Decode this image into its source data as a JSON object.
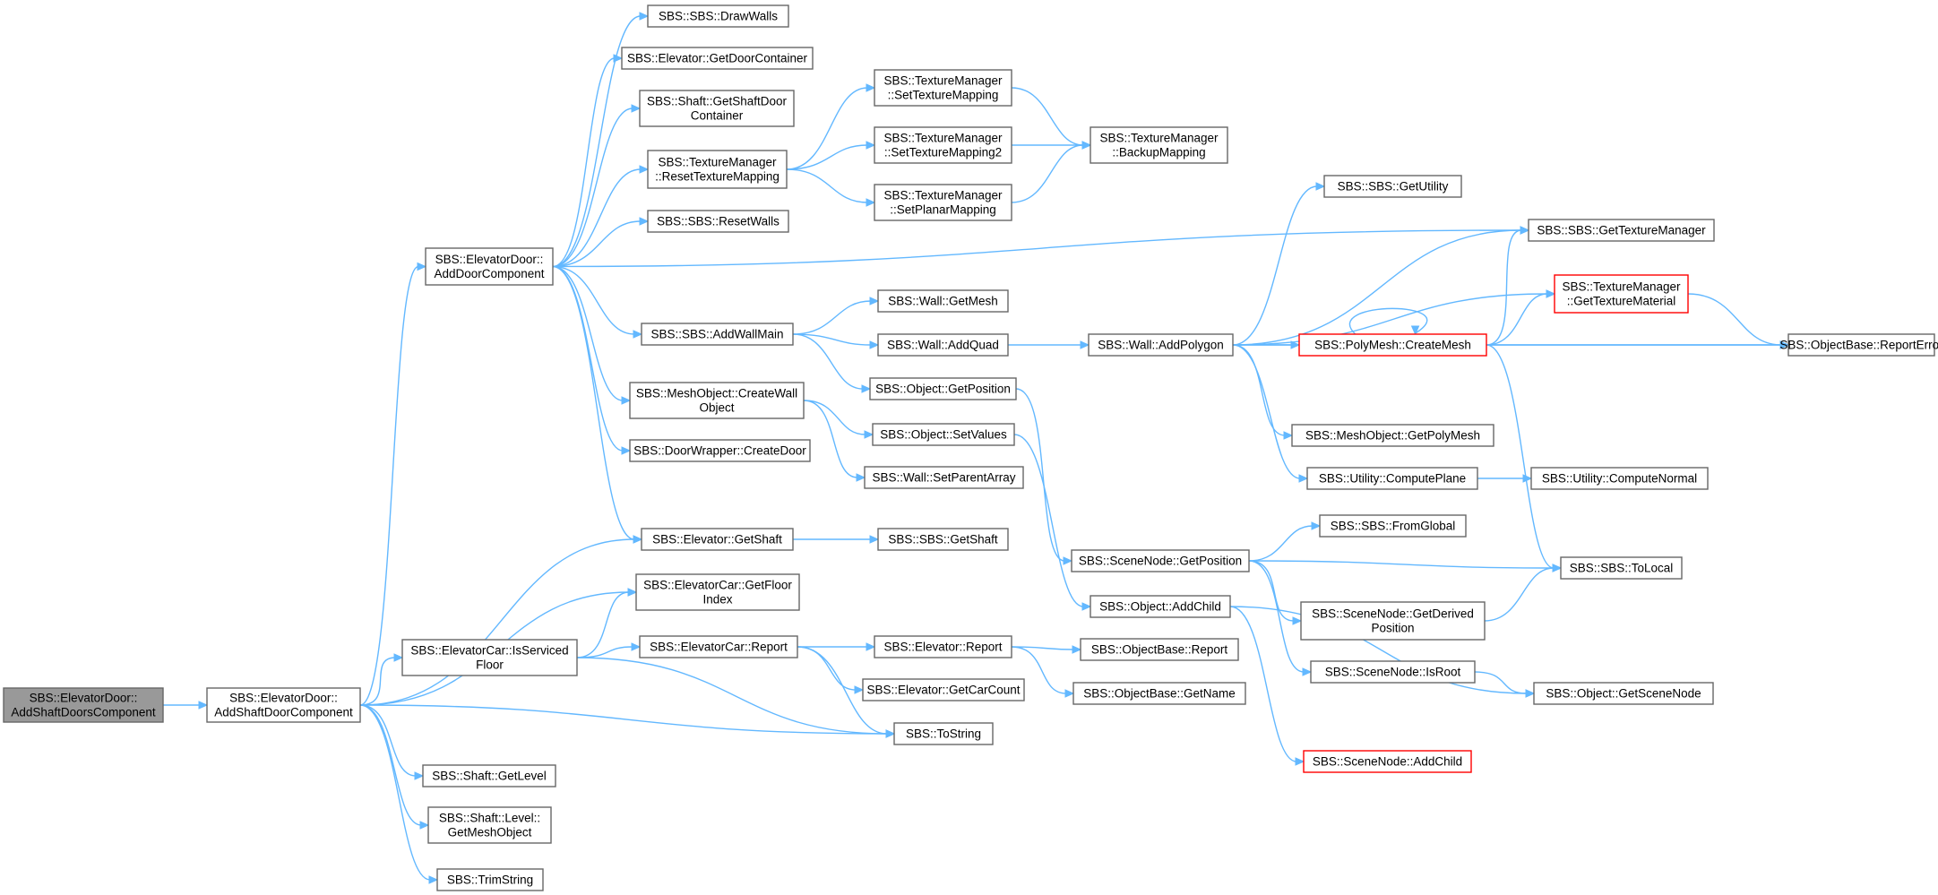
{
  "diagram": {
    "colors": {
      "edge": "#63b8ff",
      "node_border": "#666666",
      "root_fill": "#999999",
      "truncated_border": "#ff0000"
    },
    "nodes": [
      {
        "id": "root",
        "lines": [
          "SBS::ElevatorDoor::",
          "AddShaftDoorsComponent"
        ],
        "kind": "root"
      },
      {
        "id": "asdc",
        "lines": [
          "SBS::ElevatorDoor::",
          "AddShaftDoorComponent"
        ]
      },
      {
        "id": "adc",
        "lines": [
          "SBS::ElevatorDoor::",
          "AddDoorComponent"
        ]
      },
      {
        "id": "drawwalls",
        "lines": [
          "SBS::SBS::DrawWalls"
        ]
      },
      {
        "id": "getdoorcont",
        "lines": [
          "SBS::Elevator::GetDoorContainer"
        ]
      },
      {
        "id": "getshaftdoorcont",
        "lines": [
          "SBS::Shaft::GetShaftDoor",
          "Container"
        ]
      },
      {
        "id": "resettexmap",
        "lines": [
          "SBS::TextureManager",
          "::ResetTextureMapping"
        ]
      },
      {
        "id": "resetwalls",
        "lines": [
          "SBS::SBS::ResetWalls"
        ]
      },
      {
        "id": "settexmap",
        "lines": [
          "SBS::TextureManager",
          "::SetTextureMapping"
        ]
      },
      {
        "id": "settexmap2",
        "lines": [
          "SBS::TextureManager",
          "::SetTextureMapping2"
        ]
      },
      {
        "id": "setplanar",
        "lines": [
          "SBS::TextureManager",
          "::SetPlanarMapping"
        ]
      },
      {
        "id": "backupmap",
        "lines": [
          "SBS::TextureManager",
          "::BackupMapping"
        ]
      },
      {
        "id": "addwallmain",
        "lines": [
          "SBS::SBS::AddWallMain"
        ]
      },
      {
        "id": "createwallobj",
        "lines": [
          "SBS::MeshObject::CreateWall",
          "Object"
        ]
      },
      {
        "id": "createdoor",
        "lines": [
          "SBS::DoorWrapper::CreateDoor"
        ]
      },
      {
        "id": "getshaft",
        "lines": [
          "SBS::Elevator::GetShaft"
        ]
      },
      {
        "id": "getfloorindex",
        "lines": [
          "SBS::ElevatorCar::GetFloor",
          "Index"
        ]
      },
      {
        "id": "isserviced",
        "lines": [
          "SBS::ElevatorCar::IsServiced",
          "Floor"
        ]
      },
      {
        "id": "carreport",
        "lines": [
          "SBS::ElevatorCar::Report"
        ]
      },
      {
        "id": "getlevel",
        "lines": [
          "SBS::Shaft::GetLevel"
        ]
      },
      {
        "id": "getmeshobject",
        "lines": [
          "SBS::Shaft::Level::",
          "GetMeshObject"
        ]
      },
      {
        "id": "trimstring",
        "lines": [
          "SBS::TrimString"
        ]
      },
      {
        "id": "getmesh",
        "lines": [
          "SBS::Wall::GetMesh"
        ]
      },
      {
        "id": "addquad",
        "lines": [
          "SBS::Wall::AddQuad"
        ]
      },
      {
        "id": "objgetpos",
        "lines": [
          "SBS::Object::GetPosition"
        ]
      },
      {
        "id": "setvalues",
        "lines": [
          "SBS::Object::SetValues"
        ]
      },
      {
        "id": "setparentarray",
        "lines": [
          "SBS::Wall::SetParentArray"
        ]
      },
      {
        "id": "sbsgetshaft",
        "lines": [
          "SBS::SBS::GetShaft"
        ]
      },
      {
        "id": "elevreport",
        "lines": [
          "SBS::Elevator::Report"
        ]
      },
      {
        "id": "getcarcount",
        "lines": [
          "SBS::Elevator::GetCarCount"
        ]
      },
      {
        "id": "tostring",
        "lines": [
          "SBS::ToString"
        ]
      },
      {
        "id": "addpolygon",
        "lines": [
          "SBS::Wall::AddPolygon"
        ]
      },
      {
        "id": "scenegetpos",
        "lines": [
          "SBS::SceneNode::GetPosition"
        ]
      },
      {
        "id": "objaddchild",
        "lines": [
          "SBS::Object::AddChild"
        ]
      },
      {
        "id": "objbasereport",
        "lines": [
          "SBS::ObjectBase::Report"
        ]
      },
      {
        "id": "getname",
        "lines": [
          "SBS::ObjectBase::GetName"
        ]
      },
      {
        "id": "getutility",
        "lines": [
          "SBS::SBS::GetUtility"
        ]
      },
      {
        "id": "gettexmanager",
        "lines": [
          "SBS::SBS::GetTextureManager"
        ]
      },
      {
        "id": "gettexmaterial",
        "lines": [
          "SBS::TextureManager",
          "::GetTextureMaterial"
        ],
        "kind": "trunc"
      },
      {
        "id": "createmesh",
        "lines": [
          "SBS::PolyMesh::CreateMesh"
        ],
        "kind": "trunc"
      },
      {
        "id": "reporterror",
        "lines": [
          "SBS::ObjectBase::ReportError"
        ]
      },
      {
        "id": "getpolymesh",
        "lines": [
          "SBS::MeshObject::GetPolyMesh"
        ]
      },
      {
        "id": "computeplane",
        "lines": [
          "SBS::Utility::ComputePlane"
        ]
      },
      {
        "id": "computenormal",
        "lines": [
          "SBS::Utility::ComputeNormal"
        ]
      },
      {
        "id": "fromglobal",
        "lines": [
          "SBS::SBS::FromGlobal"
        ]
      },
      {
        "id": "tolocal",
        "lines": [
          "SBS::SBS::ToLocal"
        ]
      },
      {
        "id": "getderivedpos",
        "lines": [
          "SBS::SceneNode::GetDerived",
          "Position"
        ]
      },
      {
        "id": "isroot",
        "lines": [
          "SBS::SceneNode::IsRoot"
        ]
      },
      {
        "id": "getscenenode",
        "lines": [
          "SBS::Object::GetSceneNode"
        ]
      },
      {
        "id": "sceneaddchild",
        "lines": [
          "SBS::SceneNode::AddChild"
        ],
        "kind": "trunc"
      }
    ],
    "edges": [
      [
        "root",
        "asdc"
      ],
      [
        "asdc",
        "adc"
      ],
      [
        "asdc",
        "getshaft"
      ],
      [
        "asdc",
        "getfloorindex"
      ],
      [
        "asdc",
        "isserviced"
      ],
      [
        "asdc",
        "tostring"
      ],
      [
        "asdc",
        "getlevel"
      ],
      [
        "asdc",
        "getmeshobject"
      ],
      [
        "asdc",
        "trimstring"
      ],
      [
        "adc",
        "drawwalls"
      ],
      [
        "adc",
        "getdoorcont"
      ],
      [
        "adc",
        "getshaftdoorcont"
      ],
      [
        "adc",
        "resettexmap"
      ],
      [
        "adc",
        "resetwalls"
      ],
      [
        "adc",
        "gettexmanager"
      ],
      [
        "adc",
        "addwallmain"
      ],
      [
        "adc",
        "createwallobj"
      ],
      [
        "adc",
        "createdoor"
      ],
      [
        "adc",
        "getshaft"
      ],
      [
        "resettexmap",
        "settexmap"
      ],
      [
        "resettexmap",
        "settexmap2"
      ],
      [
        "resettexmap",
        "setplanar"
      ],
      [
        "settexmap",
        "backupmap"
      ],
      [
        "settexmap2",
        "backupmap"
      ],
      [
        "setplanar",
        "backupmap"
      ],
      [
        "addwallmain",
        "getmesh"
      ],
      [
        "addwallmain",
        "addquad"
      ],
      [
        "addwallmain",
        "objgetpos"
      ],
      [
        "createwallobj",
        "setvalues"
      ],
      [
        "createwallobj",
        "setparentarray"
      ],
      [
        "getshaft",
        "sbsgetshaft"
      ],
      [
        "isserviced",
        "getfloorindex"
      ],
      [
        "isserviced",
        "carreport"
      ],
      [
        "isserviced",
        "tostring"
      ],
      [
        "carreport",
        "elevreport"
      ],
      [
        "carreport",
        "getcarcount"
      ],
      [
        "carreport",
        "tostring"
      ],
      [
        "elevreport",
        "objbasereport"
      ],
      [
        "elevreport",
        "getname"
      ],
      [
        "addquad",
        "addpolygon"
      ],
      [
        "objgetpos",
        "scenegetpos"
      ],
      [
        "setvalues",
        "objaddchild"
      ],
      [
        "addpolygon",
        "getutility"
      ],
      [
        "addpolygon",
        "gettexmanager"
      ],
      [
        "addpolygon",
        "gettexmaterial"
      ],
      [
        "addpolygon",
        "createmesh"
      ],
      [
        "addpolygon",
        "reporterror"
      ],
      [
        "addpolygon",
        "getpolymesh"
      ],
      [
        "addpolygon",
        "computeplane"
      ],
      [
        "createmesh",
        "createmesh"
      ],
      [
        "createmesh",
        "gettexmanager"
      ],
      [
        "createmesh",
        "gettexmaterial"
      ],
      [
        "createmesh",
        "reporterror"
      ],
      [
        "createmesh",
        "tolocal"
      ],
      [
        "gettexmaterial",
        "reporterror"
      ],
      [
        "computeplane",
        "computenormal"
      ],
      [
        "scenegetpos",
        "fromglobal"
      ],
      [
        "scenegetpos",
        "tolocal"
      ],
      [
        "scenegetpos",
        "getderivedpos"
      ],
      [
        "scenegetpos",
        "isroot"
      ],
      [
        "getderivedpos",
        "tolocal"
      ],
      [
        "isroot",
        "getscenenode"
      ],
      [
        "objaddchild",
        "getscenenode"
      ],
      [
        "objaddchild",
        "sceneaddchild"
      ]
    ]
  }
}
